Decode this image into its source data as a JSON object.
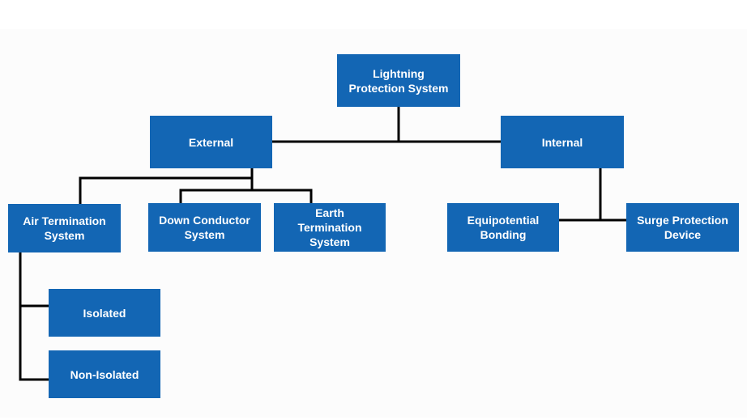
{
  "nodes": {
    "root": "Lightning Protection System",
    "external": "External",
    "internal": "Internal",
    "air_termination": "Air Termination System",
    "down_conductor": "Down Conductor System",
    "earth_termination": "Earth Termination System",
    "equipotential": "Equipotential Bonding",
    "surge_protection": "Surge Protection Device",
    "isolated": "Isolated",
    "non_isolated": "Non-Isolated"
  },
  "colors": {
    "node_fill": "#1366b4",
    "node_text": "#ffffff",
    "connector": "#000000"
  }
}
